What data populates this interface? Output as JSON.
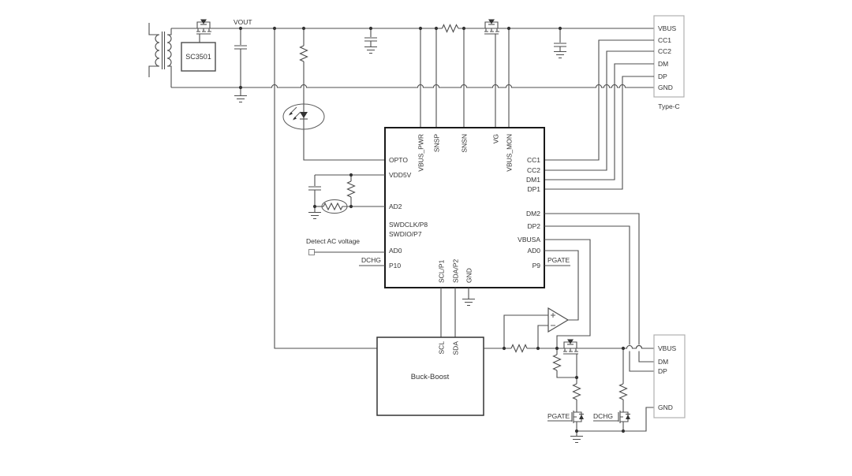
{
  "flyback": {
    "controller": "SC3501",
    "vout_label": "VOUT"
  },
  "typec_connector": {
    "pins": [
      "VBUS",
      "CC1",
      "CC2",
      "DM",
      "DP",
      "GND"
    ],
    "label": "Type-C"
  },
  "main_ic": {
    "left_pins": [
      "OPTO",
      "VDD5V",
      "AD2",
      "SWDCLK/P8",
      "SWDIO/P7",
      "AD0",
      "P10"
    ],
    "top_pins": [
      "VBUS_PWR",
      "SNSP",
      "SNSN",
      "VG",
      "VBUS_MON"
    ],
    "right_pins": [
      "CC1",
      "CC2",
      "DM1",
      "DP1",
      "DM2",
      "DP2",
      "VBUSA",
      "AD0",
      "P9"
    ],
    "bottom_pins": [
      "SCL/P1",
      "SDA/P2",
      "GND"
    ]
  },
  "buck_boost": {
    "label": "Buck-Boost",
    "top_pins": [
      "SCL",
      "SDA"
    ]
  },
  "usb_connector": {
    "pins": [
      "VBUS",
      "DM",
      "DP",
      "GND"
    ]
  },
  "net_labels": {
    "detect_ac": "Detect AC voltage",
    "dchg_left": "DCHG",
    "pgate_right": "PGATE",
    "pgate_bottom": "PGATE",
    "dchg_bottom": "DCHG"
  },
  "colors": {
    "wire": "#4d4d4d",
    "text": "#333333",
    "ic_border": "#1a1a1a",
    "connector_border": "#b0b0b0"
  }
}
